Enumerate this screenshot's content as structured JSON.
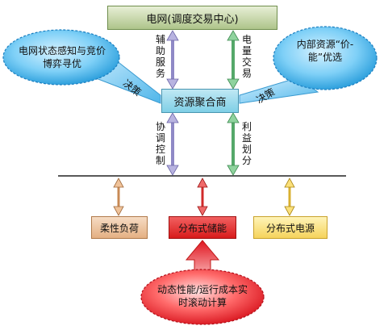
{
  "nodes": {
    "grid": "电网(调度交易中心)",
    "aggregator": "资源聚合商",
    "flexible_load": "柔性负荷",
    "distributed_storage": "分布式储能",
    "distributed_source": "分布式电源"
  },
  "arrows": {
    "ancillary_services": "辅助服务",
    "energy_trading": "电量交易",
    "coordinated_control": "协调控制",
    "benefit_allocation": "利益划分"
  },
  "ellipses": {
    "left": "电网状态感知与竞价博弈寻优",
    "right": "内部资源“价-能”优选",
    "bottom": "动态性能/运行成本实时滚动计算"
  },
  "decision_labels": {
    "left": "决策",
    "right": "决策"
  },
  "colors": {
    "grid_box": "#aec48a",
    "aggregator_box": "#7fcfe6",
    "flexible_load": "#e4b083",
    "distributed_storage": "#d81b1b",
    "distributed_source": "#f5d35c",
    "ellipse_blue": "#2aa6e2",
    "ellipse_red": "#e0141e",
    "arrow_purple": "#a9a4d4",
    "arrow_green": "#6bbf7e"
  }
}
